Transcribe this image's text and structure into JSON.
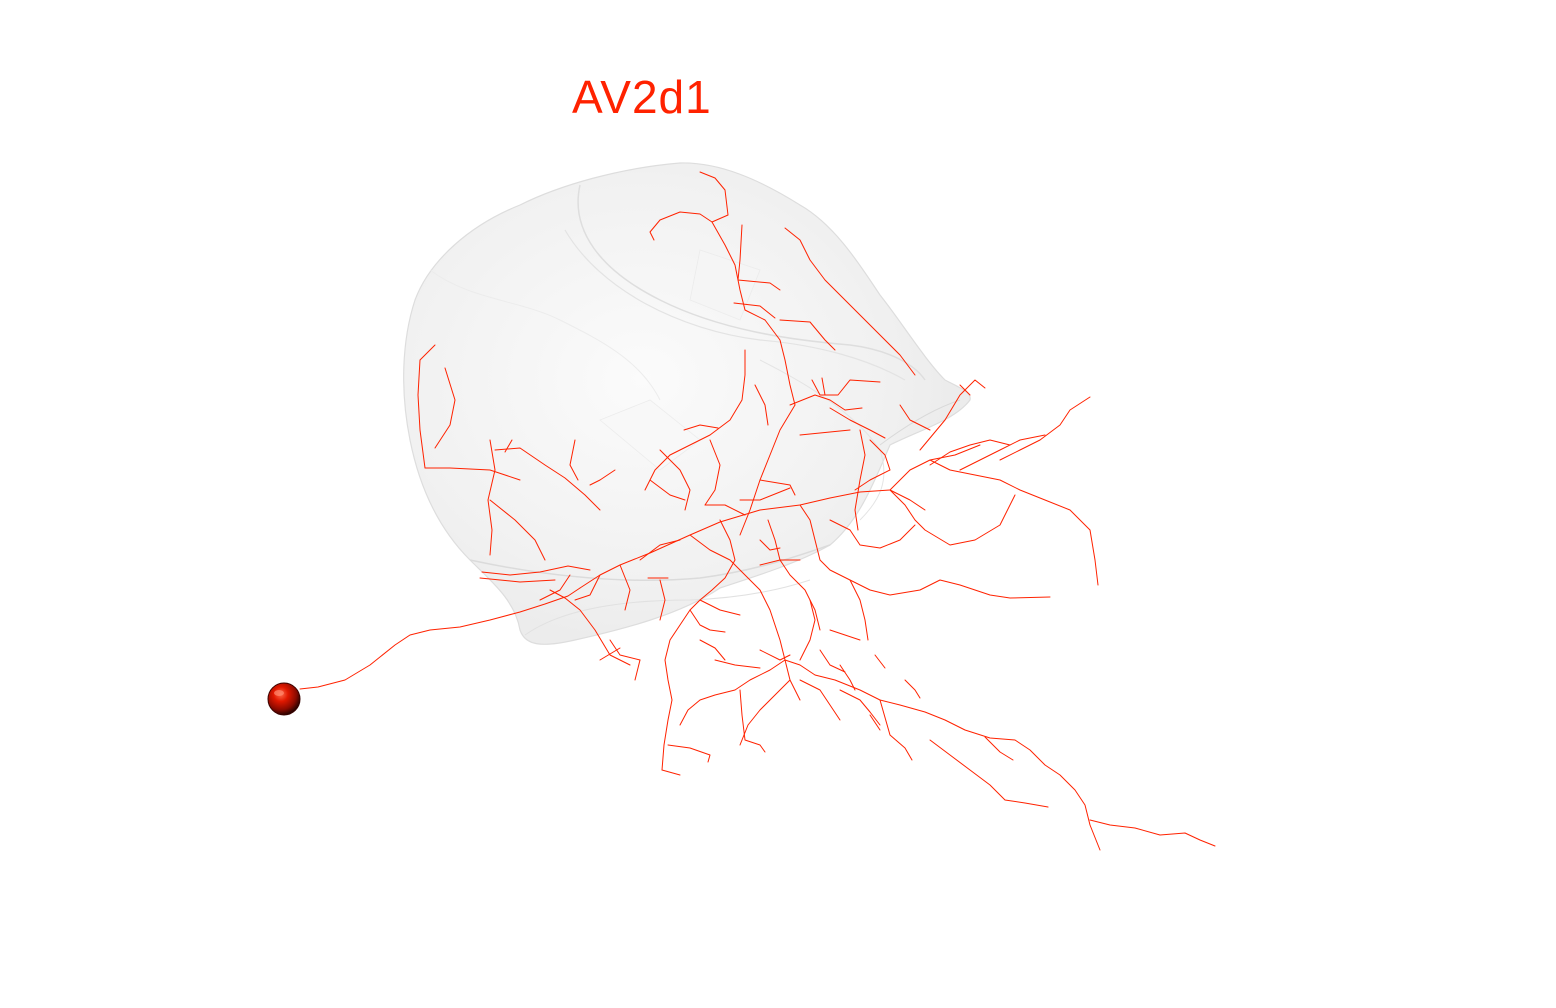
{
  "title": "AV2d1",
  "colors": {
    "neuron": "#ff2200",
    "title": "#ff2200",
    "mesh_fill": "#eeeeee",
    "mesh_edge": "#d6d6d6",
    "background": "#ffffff"
  },
  "objects": {
    "soma": "soma-sphere",
    "mesh": "brain-region-mesh",
    "neuron": "axon-arbor"
  }
}
